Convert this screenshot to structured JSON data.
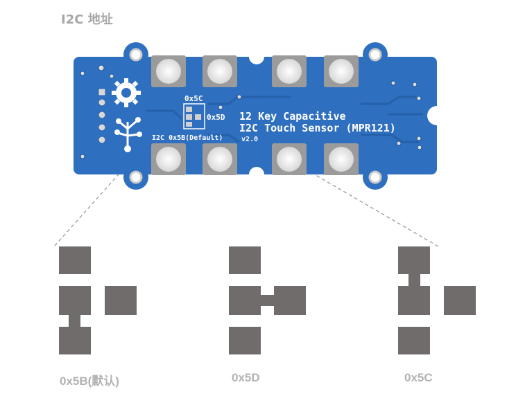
{
  "title": "I2C 地址",
  "board": {
    "line1": "12 Key Capacitive",
    "line2": "I2C Touch Sensor (MPR121)",
    "version": "v2.0",
    "addr_top": "0x5C",
    "addr_right": "0x5D",
    "addr_default": "I2C  0x5B(Default)"
  },
  "options": [
    {
      "label": "0x5B(默认)"
    },
    {
      "label": "0x5D"
    },
    {
      "label": "0x5C"
    }
  ],
  "colors": {
    "pcb_blue": "#2e6fbf",
    "pad_gray": "#6f6c6b",
    "caption_gray": "#b2b2b2"
  }
}
